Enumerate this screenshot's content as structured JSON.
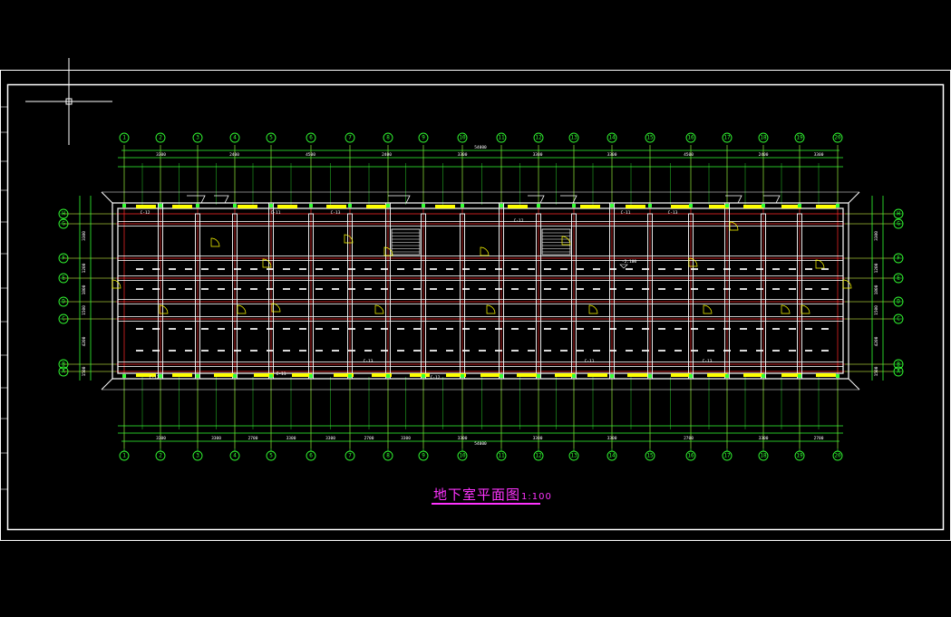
{
  "drawing": {
    "title": "地下室平面图",
    "scale": "1:100",
    "overall_dimension": "54000",
    "axis_labels_top": [
      "1",
      "2",
      "3",
      "4",
      "5",
      "6",
      "7",
      "8",
      "9",
      "10",
      "11",
      "12",
      "13",
      "14",
      "15",
      "16",
      "17",
      "18",
      "19",
      "20"
    ],
    "axis_labels_bottom": [
      "1",
      "2",
      "3",
      "4",
      "5",
      "6",
      "7",
      "8",
      "9",
      "10",
      "11",
      "12",
      "13",
      "14",
      "15",
      "16",
      "17",
      "18",
      "19",
      "20"
    ],
    "axis_labels_side": [
      "H",
      "G",
      "F",
      "E",
      "D",
      "C",
      "B",
      "A"
    ],
    "top_dimensions": [
      "3300",
      "2400",
      "4500",
      "2400",
      "3300",
      "3300",
      "3300",
      "4500",
      "2400",
      "3300"
    ],
    "bottom_dimensions": [
      "3300",
      "3300",
      "2700",
      "3300",
      "3300",
      "2700",
      "3300",
      "3300",
      "3300",
      "3300",
      "2700",
      "3300",
      "2700"
    ],
    "side_dimensions": [
      "3300",
      "1200",
      "1800",
      "1500",
      "4200",
      "1500"
    ],
    "window_tags": [
      "C-12",
      "C-11",
      "C-13",
      "C-12",
      "C-11",
      "C-13",
      "C-12",
      "C-11",
      "C-13",
      "C-12",
      "C-11",
      "C-13"
    ],
    "level_mark": "-2.100",
    "colors": {
      "background": "#000000",
      "walls": "#ffffff",
      "dimension_lines": "#33ff33",
      "axis_lines": "#ff2a2a",
      "windows": "#ffff00",
      "title": "#ff33ff",
      "frame": "#ffffff"
    }
  }
}
